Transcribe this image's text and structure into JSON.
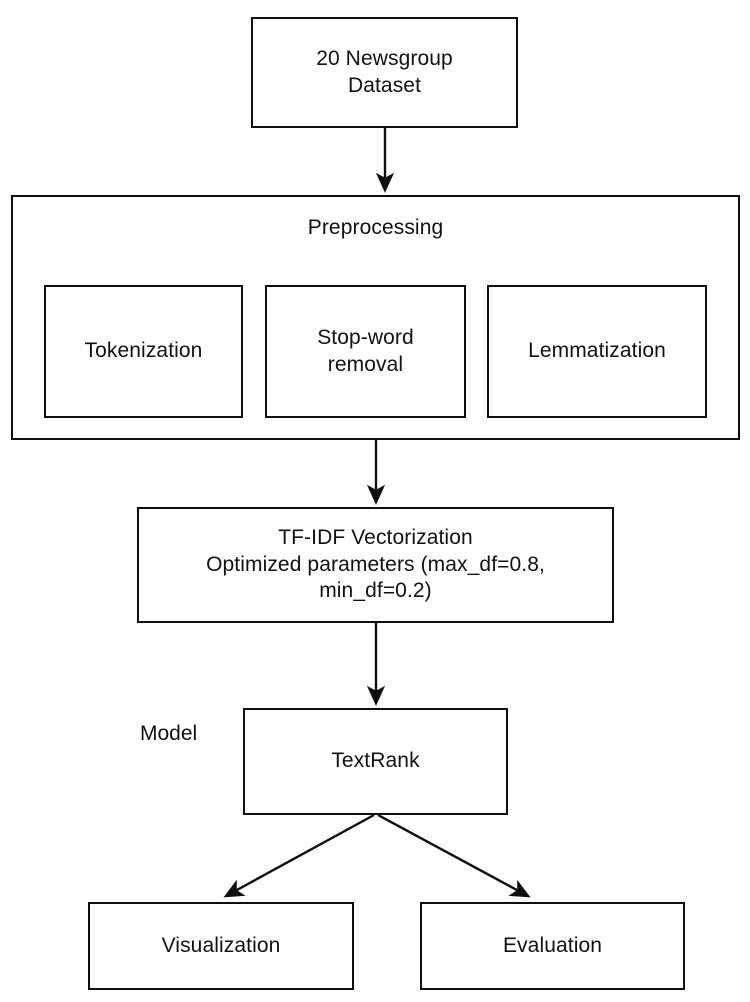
{
  "diagram": {
    "title": "Text summarization pipeline flowchart",
    "background_color": "#ffffff",
    "stroke_color": "#0f0f0f",
    "text_color": "#111111"
  },
  "nodes": {
    "dataset": {
      "label": "20 Newsgroup\nDataset"
    },
    "preprocessing": {
      "label": "Preprocessing"
    },
    "tokenization": {
      "label": "Tokenization"
    },
    "stopword": {
      "label": "Stop-word\nremoval"
    },
    "lemmatization": {
      "label": "Lemmatization"
    },
    "tfidf": {
      "label": "TF-IDF Vectorization\nOptimized parameters (max_df=0.8,\nmin_df=0.2)"
    },
    "model_label": {
      "label": "Model"
    },
    "textrank": {
      "label": "TextRank"
    },
    "visualization": {
      "label": "Visualization"
    },
    "evaluation": {
      "label": "Evaluation"
    }
  },
  "edges": [
    {
      "id": "dataset-to-preprocessing",
      "from": "dataset",
      "to": "preprocessing",
      "label": "",
      "style": "solid-arrow"
    },
    {
      "id": "preprocessing-to-tfidf",
      "from": "preprocessing",
      "to": "tfidf",
      "label": "",
      "style": "solid-arrow"
    },
    {
      "id": "tfidf-to-textrank",
      "from": "tfidf",
      "to": "textrank",
      "label": "",
      "style": "solid-arrow"
    },
    {
      "id": "textrank-to-visualization",
      "from": "textrank",
      "to": "visualization",
      "label": "",
      "style": "solid-arrow"
    },
    {
      "id": "textrank-to-evaluation",
      "from": "textrank",
      "to": "evaluation",
      "label": "",
      "style": "solid-arrow"
    }
  ]
}
